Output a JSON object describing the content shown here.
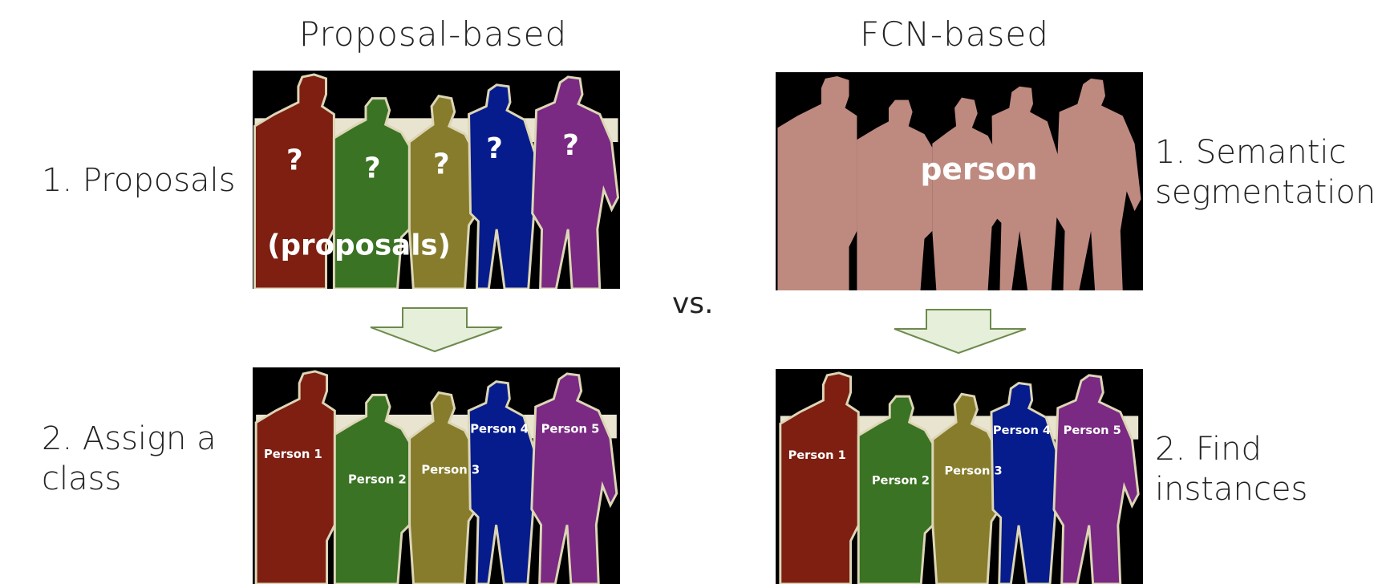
{
  "left_column": {
    "title": "Proposal-based",
    "step1": "1. Proposals",
    "step2_line1": "2. Assign a",
    "step2_line2": "class",
    "top_panel": {
      "marks": [
        "?",
        "?",
        "?",
        "?",
        "?"
      ],
      "caption": "(proposals)"
    },
    "bottom_panel": {
      "labels": [
        "Person 1",
        "Person 2",
        "Person 3",
        "Person 4",
        "Person 5"
      ]
    }
  },
  "center": {
    "vs": "vs."
  },
  "right_column": {
    "title": "FCN-based",
    "step1_line1": "1. Semantic",
    "step1_line2": "segmentation",
    "step2_line1": "2. Find",
    "step2_line2": "instances",
    "top_panel": {
      "label": "person"
    },
    "bottom_panel": {
      "labels": [
        "Person 1",
        "Person 2",
        "Person 3",
        "Person 4",
        "Person 5"
      ]
    }
  },
  "colors": {
    "person1": "#7e1f12",
    "person2": "#3a7323",
    "person3": "#867c2c",
    "person4": "#061c8c",
    "person5": "#7a2a82",
    "semantic": "#be8a80",
    "outline": "#ddd6b6",
    "arrow_fill": "#e6efd9",
    "arrow_stroke": "#6d8a4e"
  }
}
